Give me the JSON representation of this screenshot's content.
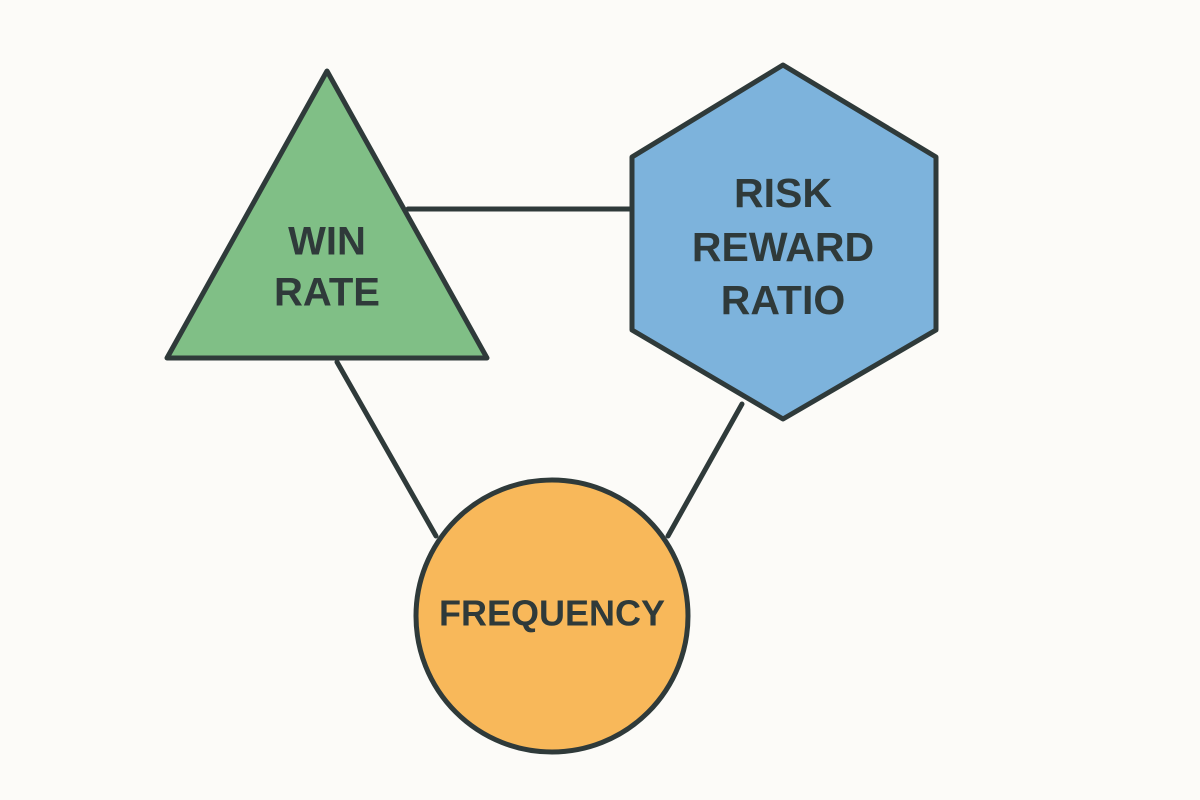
{
  "diagram": {
    "nodes": {
      "win_rate": {
        "line1": "WIN",
        "line2": "RATE",
        "color": "#80bf86"
      },
      "risk_reward": {
        "line1": "RISK",
        "line2": "REWARD",
        "line3": "RATIO",
        "color": "#7db3dc"
      },
      "frequency": {
        "label": "FREQUENCY",
        "color": "#f8b85a"
      }
    },
    "edge_color": "#2f3a3a"
  }
}
